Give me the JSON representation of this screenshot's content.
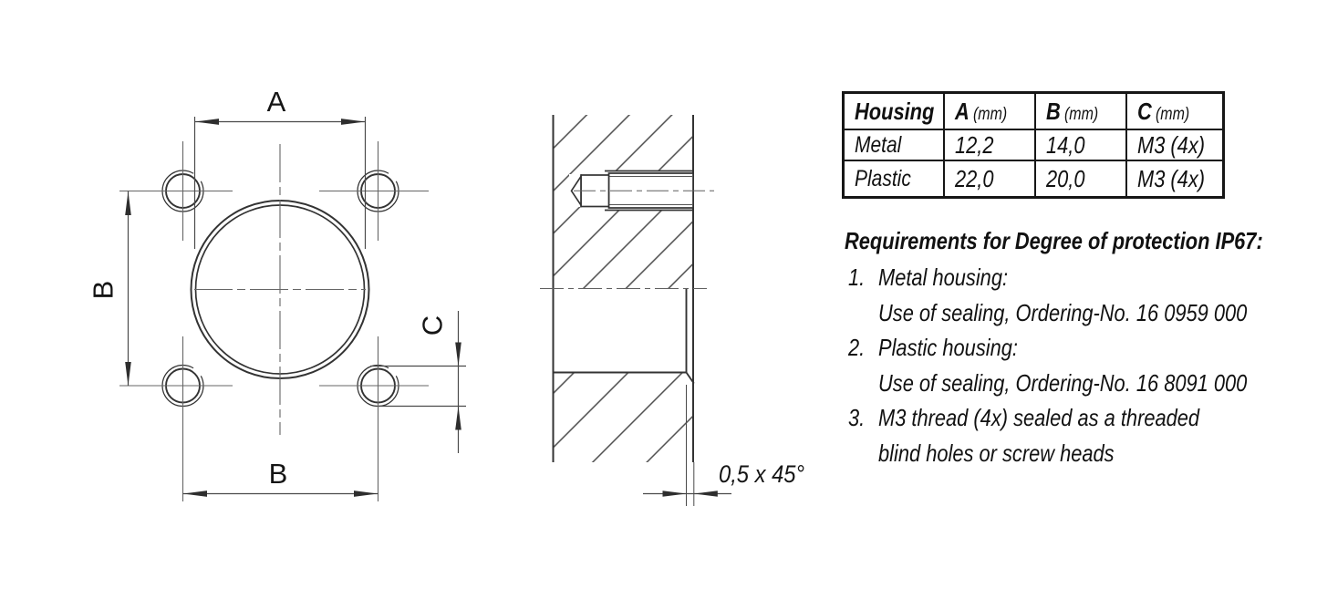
{
  "drawing": {
    "front_view": {
      "dim_a_label": "A",
      "dim_b_left_label": "B",
      "dim_b_bottom_label": "B",
      "dim_c_label": "C"
    },
    "section_view": {
      "chamfer_label": "0,5 x 45°"
    }
  },
  "table": {
    "columns": [
      {
        "label": "Housing",
        "unit": ""
      },
      {
        "label": "A",
        "unit": "(mm)"
      },
      {
        "label": "B",
        "unit": "(mm)"
      },
      {
        "label": "C",
        "unit": "(mm)"
      }
    ],
    "rows": [
      {
        "housing": "Metal",
        "a": "12,2",
        "b": "14,0",
        "c": "M3 (4x)"
      },
      {
        "housing": "Plastic",
        "a": "22,0",
        "b": "20,0",
        "c": "M3 (4x)"
      }
    ]
  },
  "requirements": {
    "title": "Requirements for Degree of protection IP67:",
    "items": [
      {
        "number": "1.",
        "lines": [
          "Metal housing:",
          "Use of sealing, Ordering-No. 16 0959 000"
        ]
      },
      {
        "number": "2.",
        "lines": [
          "Plastic housing:",
          "Use of sealing, Ordering-No. 16 8091 000"
        ]
      },
      {
        "number": "3.",
        "lines": [
          "M3 thread (4x) sealed as a threaded",
          "blind holes or screw heads"
        ]
      }
    ]
  },
  "colors": {
    "line": "#333333",
    "thin_line": "#5f5f5f",
    "text": "#151515"
  }
}
